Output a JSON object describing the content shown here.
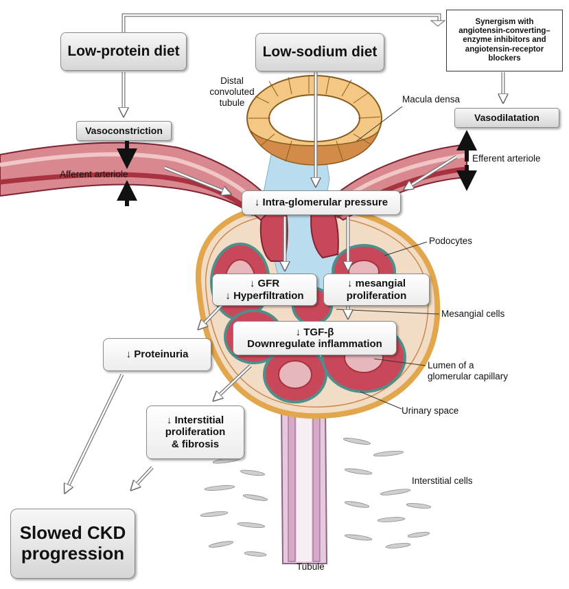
{
  "diet": {
    "low_protein": "Low-protein diet",
    "low_sodium": "Low-sodium diet"
  },
  "synergism": "Synergism with\nangiotensin-converting–\nenzyme inhibitors and\nangiotensin-receptor\nblockers",
  "effects": {
    "vasoconstriction": "Vasoconstriction",
    "vasodilatation": "Vasodilatation",
    "intraglomerular_pressure": "↓  Intra-glomerular pressure",
    "gfr": "↓  GFR\n↓  Hyperfiltration",
    "mesangial": "↓ mesangial\nproliferation",
    "tgf": "↓  TGF-β\nDownregulate inflammation",
    "proteinuria": "↓  Proteinuria",
    "interstitial": "↓  Interstitial\nproliferation\n& fibrosis",
    "outcome": "Slowed CKD\nprogression"
  },
  "anatomy_labels": {
    "distal_tubule": "Distal\nconvoluted\ntubule",
    "macula_densa": "Macula densa",
    "afferent_arteriole": "Afferent arteriole",
    "efferent_arteriole": "Efferent arteriole",
    "podocytes": "Podocytes",
    "mesangial_cells": "Mesangial cells",
    "capillary_lumen": "Lumen of a\nglomerular capillary",
    "urinary_space": "Urinary space",
    "interstitial_cells": "Interstitial cells",
    "tubule": "Tubule"
  },
  "colors": {
    "capillary": "#c8485a",
    "capillary_light": "#e8b7bb",
    "capsule": "#f2c884",
    "capsule_fill": "#f3d9c2",
    "mesangium": "#a8d4ec",
    "tubule_cell": "#d7a85a",
    "tubule_wall": "#b98ab0",
    "podocyte": "#4e8f8a"
  }
}
